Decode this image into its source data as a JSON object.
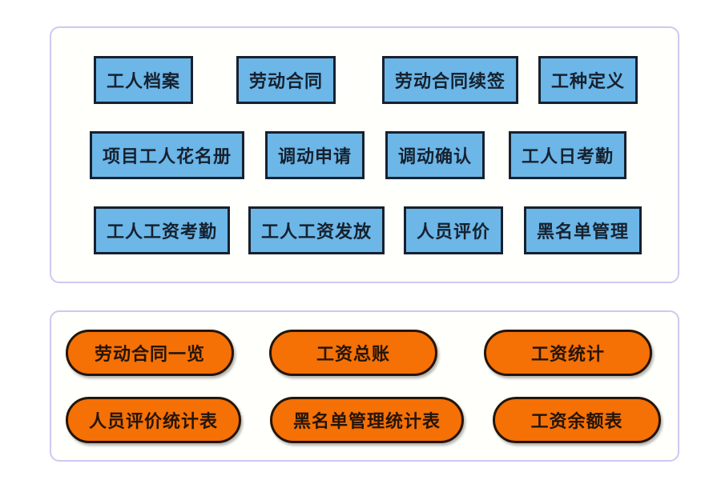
{
  "diagram": {
    "panels": [
      {
        "id": "modules",
        "name": "module-panel",
        "style": "blue-rect",
        "rows": [
          {
            "items": [
              {
                "label": "工人档案",
                "gap_after": 54
              },
              {
                "label": "劳动合同",
                "gap_after": 58
              },
              {
                "label": "劳动合同续签",
                "gap_after": 25
              },
              {
                "label": "工种定义",
                "gap_after": 0
              }
            ]
          },
          {
            "items": [
              {
                "label": "项目工人花名册",
                "gap_after": 26
              },
              {
                "label": "调动申请",
                "gap_after": 26
              },
              {
                "label": "调动确认",
                "gap_after": 30
              },
              {
                "label": "工人日考勤",
                "gap_after": 0
              }
            ]
          },
          {
            "items": [
              {
                "label": "工人工资考勤",
                "gap_after": 23
              },
              {
                "label": "工人工资发放",
                "gap_after": 24
              },
              {
                "label": "人员评价",
                "gap_after": 26
              },
              {
                "label": "黑名单管理",
                "gap_after": 0
              }
            ]
          }
        ]
      },
      {
        "id": "reports",
        "name": "report-panel",
        "style": "orange-pill",
        "rows": [
          {
            "items": [
              {
                "label": "劳动合同一览",
                "gap_after": 44
              },
              {
                "label": "工资总账",
                "gap_after": 58
              },
              {
                "label": "工资统计",
                "gap_after": 0
              }
            ]
          },
          {
            "items": [
              {
                "label": "人员评价统计表",
                "gap_after": 36
              },
              {
                "label": "黑名单管理统计表",
                "gap_after": 36
              },
              {
                "label": "工资余额表",
                "gap_after": 0
              }
            ]
          }
        ]
      }
    ]
  },
  "colors": {
    "module_fill": "#6cb6e8",
    "module_border": "#16212e",
    "module_text": "#16212e",
    "report_fill": "#f57005",
    "report_border": "#241509",
    "report_text": "#241509",
    "panel_border": "#cfc8f0",
    "panel_fill": "#fffffb",
    "page_background": "#ffffff"
  }
}
